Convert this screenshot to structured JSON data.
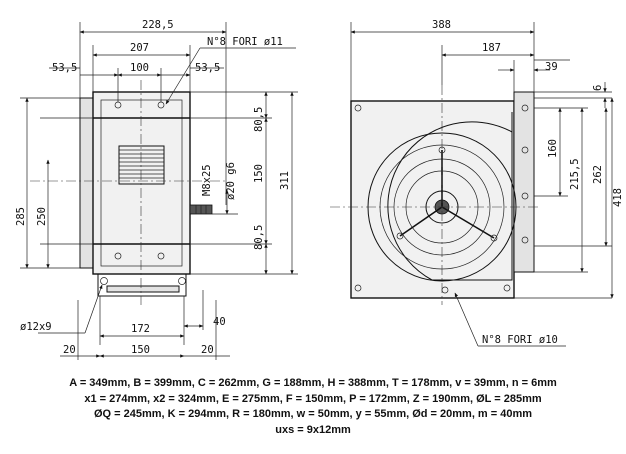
{
  "left_view": {
    "dims": {
      "overall_width": "228,5",
      "flange_width": "207",
      "offset_left": "53,5",
      "inner": "100",
      "offset_right": "53,5",
      "height_285": "285",
      "height_250": "250",
      "shaft_thread": "M8x25",
      "shaft_dia": "ø20 g6",
      "top_80": "80,5",
      "mid_150": "150",
      "bot_80": "80,5",
      "total_311": "311",
      "bottom_172": "172",
      "motor_40": "40",
      "base_20_left": "20",
      "base_150": "150",
      "base_20_right": "20",
      "slot": "ø12x9"
    },
    "callout_holes": "N°8 FORI ø11"
  },
  "right_view": {
    "dims": {
      "width_388": "388",
      "half_187": "187",
      "flange_39": "39",
      "top_6": "6",
      "h_160": "160",
      "h_215": "215,5",
      "h_262": "262",
      "h_418": "418"
    },
    "callout_holes": "N°8 FORI ø10"
  },
  "spec_lines": [
    "A = 349mm, B = 399mm, C = 262mm, G = 188mm, H = 388mm, T = 178mm, v = 39mm, n = 6mm",
    "x1 = 274mm, x2 = 324mm, E = 275mm, F = 150mm, P = 172mm, Z = 190mm, ØL = 285mm",
    "ØQ = 245mm, K = 294mm, R = 180mm, w = 50mm, y = 55mm, Ød = 20mm, m = 40mm",
    "uxs = 9x12mm"
  ]
}
